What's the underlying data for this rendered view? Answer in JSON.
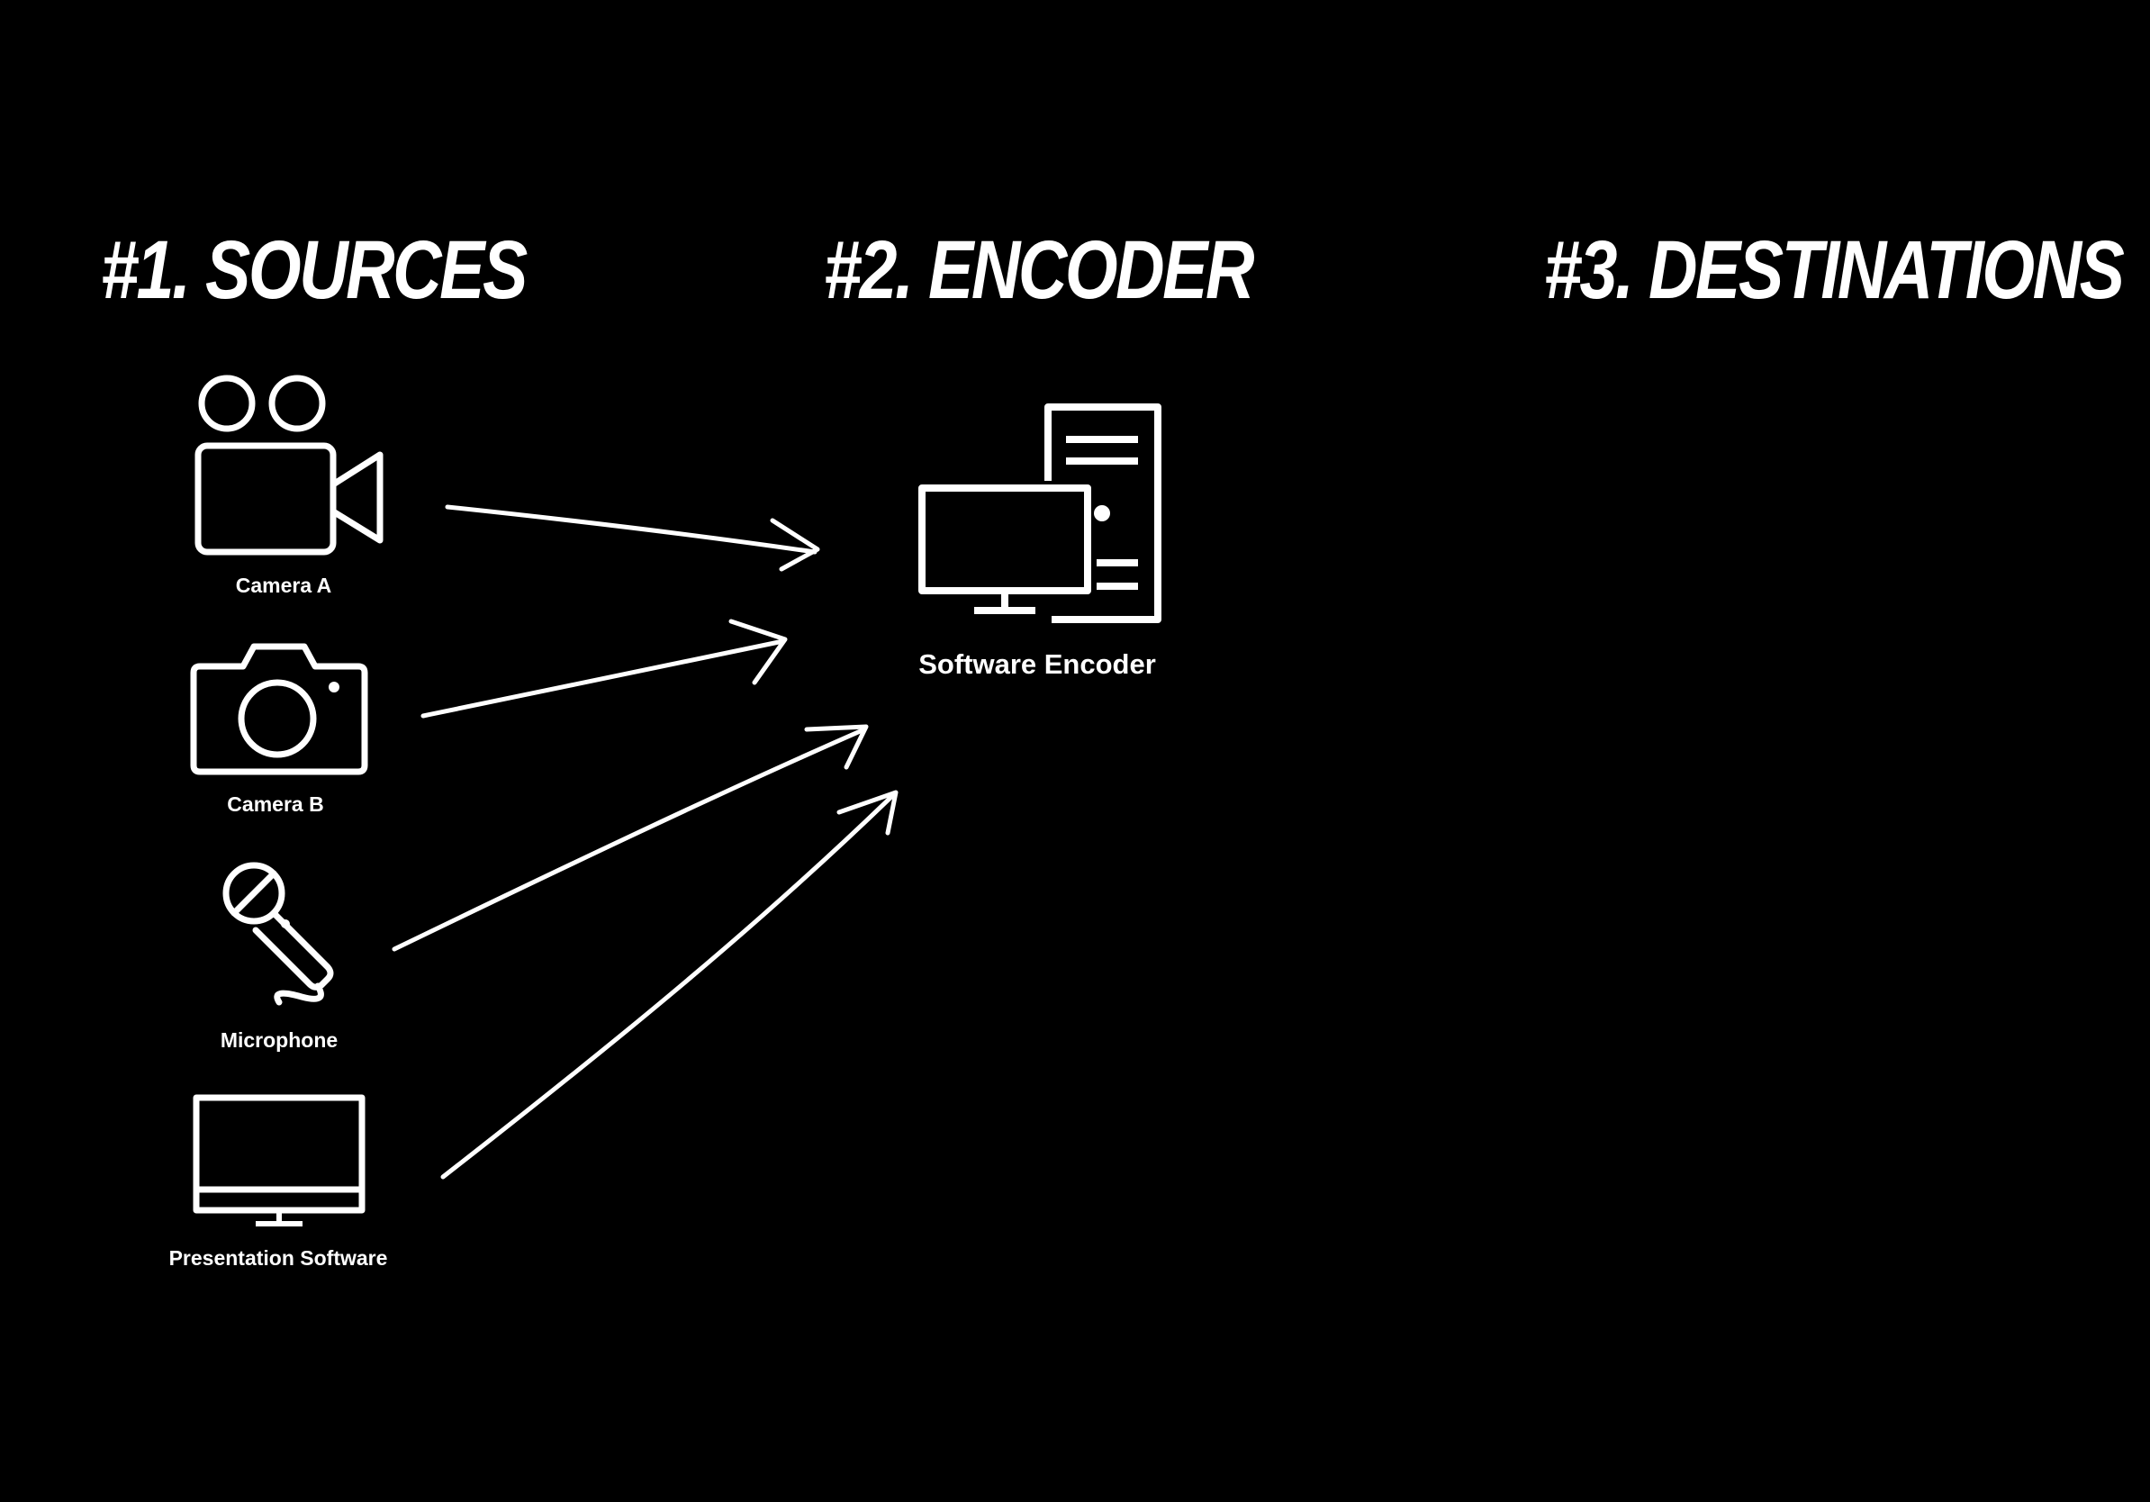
{
  "columns": {
    "sources": "#1. SOURCES",
    "encoder": "#2. ENCODER",
    "destinations": "#3. DESTINATIONS"
  },
  "sources": [
    {
      "label": "Camera A",
      "icon": "video-camera-icon"
    },
    {
      "label": "Camera B",
      "icon": "photo-camera-icon"
    },
    {
      "label": "Microphone",
      "icon": "microphone-icon"
    },
    {
      "label": "Presentation Software",
      "icon": "monitor-icon"
    }
  ],
  "encoder": {
    "label": "Software Encoder",
    "icon": "desktop-computer-icon"
  },
  "colors": {
    "background": "#000000",
    "foreground": "#ffffff"
  }
}
